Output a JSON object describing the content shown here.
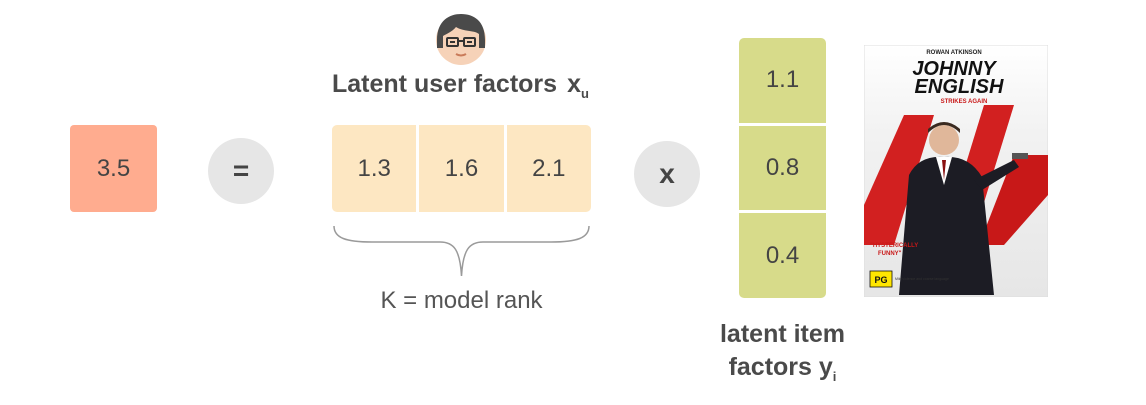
{
  "rating": {
    "value": "3.5"
  },
  "operators": {
    "equals": "=",
    "times": "x"
  },
  "user_factors": {
    "title": "Latent user factors",
    "symbol": "x",
    "subscript": "u",
    "values": [
      "1.3",
      "1.6",
      "2.1"
    ],
    "rank_label": "K = model rank"
  },
  "item_factors": {
    "title_line1": "latent item",
    "title_line2": "factors",
    "symbol": "y",
    "subscript": "i",
    "values": [
      "1.1",
      "0.8",
      "0.4"
    ]
  },
  "poster": {
    "actor": "ROWAN ATKINSON",
    "title_line1": "JOHNNY",
    "title_line2": "ENGLISH",
    "tagline": "STRIKES AGAIN",
    "quote_line1": "\"HYSTERICALLY",
    "quote_line2": "FUNNY\"",
    "rating_badge": "PG",
    "rating_note": "Mild violence and coarse language"
  },
  "colors": {
    "rating": "#FFAC8F",
    "user_vector": "#FDE7C2",
    "item_vector": "#D7DB8A",
    "operator_circle": "#E6E6E6"
  },
  "icons": {
    "user": "user-avatar-icon",
    "movie": "movie-poster-image"
  }
}
